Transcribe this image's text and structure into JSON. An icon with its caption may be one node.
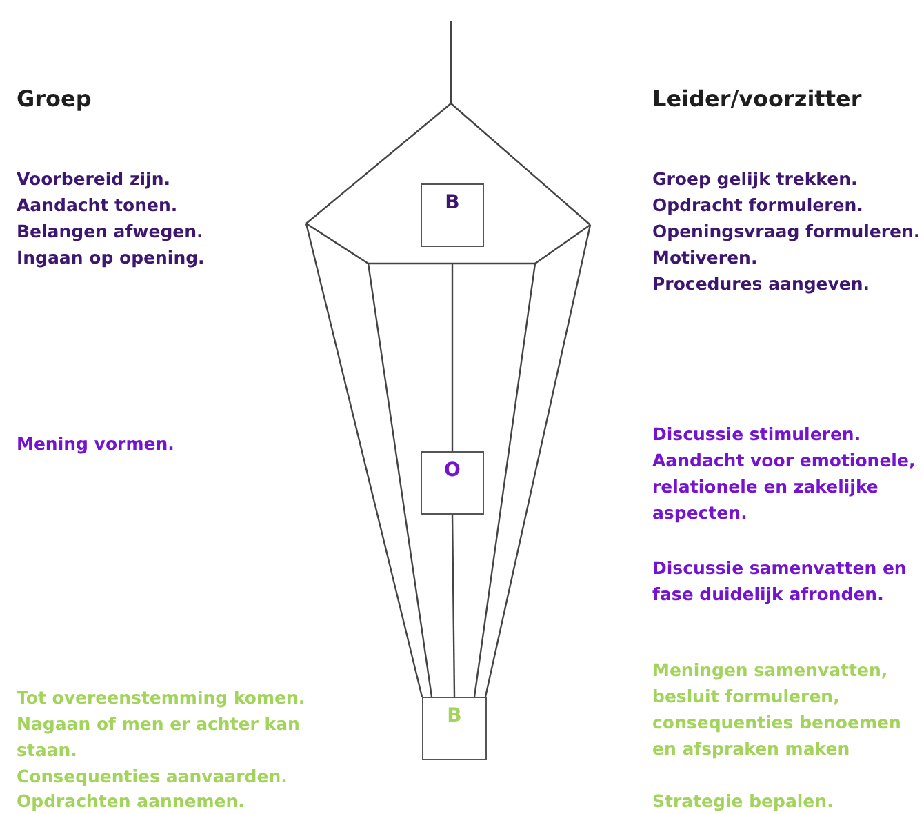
{
  "diagram": {
    "nodes": [
      {
        "text": [
          "B"
        ]
      },
      {
        "text": [
          "O"
        ]
      },
      {
        "text": [
          "B"
        ]
      }
    ],
    "edges": [
      {
        "from": 1,
        "to": 2,
        "arrow": "none"
      }
    ],
    "labels": [
      "Groep",
      "Leider/voorzitter",
      "Voorbereid zijn.",
      "Aandacht tonen.",
      "Belangen afwegen.",
      "Ingaan op opening.",
      "Groep gelijk trekken.",
      "Opdracht formuleren.",
      "Openingsvraag formuleren.",
      "Motiveren.",
      "Procedures aangeven.",
      "Mening vormen.",
      "Discussie stimuleren.",
      "Aandacht voor emotionele, relationele en zakelijke aspecten.",
      "Discussie samenvatten en fase duidelijk afronden.",
      "Tot overeenstemming komen.",
      "Nagaan of men er achter kan staan.",
      "Consequenties aanvaarden.",
      "Opdrachten aannemen.",
      "Meningen samenvatten, besluit formuleren, consequenties benoemen en afspraken maken",
      "Strategie bepalen."
    ]
  }
}
